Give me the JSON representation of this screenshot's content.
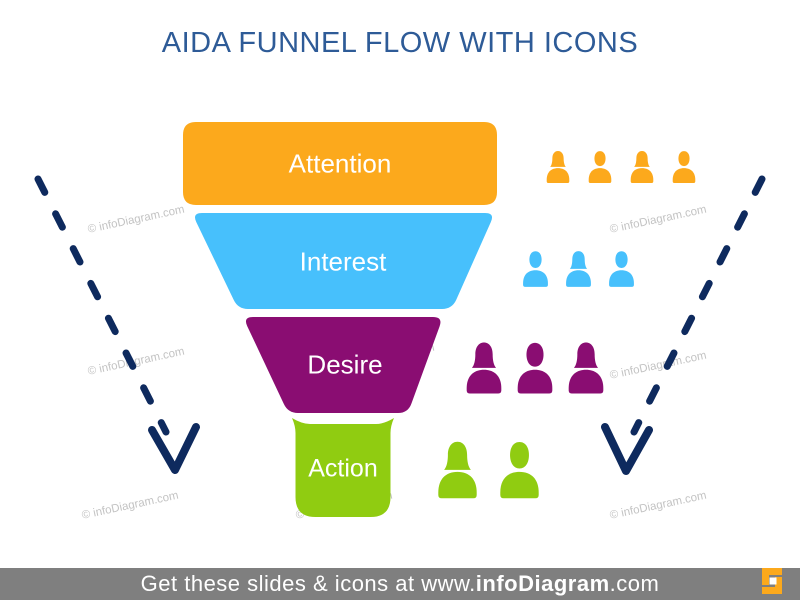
{
  "title": "AIDA FUNNEL FLOW WITH ICONS",
  "funnel": {
    "stages": [
      {
        "label": "Attention",
        "color": "#FCA91C",
        "people": [
          "female",
          "male",
          "female",
          "male"
        ]
      },
      {
        "label": "Interest",
        "color": "#47C0FC",
        "people": [
          "male",
          "female",
          "male"
        ]
      },
      {
        "label": "Desire",
        "color": "#8A0D72",
        "people": [
          "female",
          "male",
          "female"
        ]
      },
      {
        "label": "Action",
        "color": "#90CC11",
        "people": [
          "female",
          "male"
        ]
      }
    ],
    "label_color": "#FFFFFF"
  },
  "arrows": {
    "color": "#0E2A5E",
    "style": "hand-drawn dashed",
    "left": "points-down-right",
    "right": "points-down-left"
  },
  "watermark": {
    "text": "© infoDiagram.com",
    "color": "#C3C3C3"
  },
  "footer": {
    "prefix": "Get these slides & icons at www.",
    "brand": "infoDiagram",
    "suffix": ".com",
    "background": "#7F7F7F",
    "text_color": "#FFFFFF",
    "logo_color": "#FCA91C"
  },
  "icons": {
    "people_rows": [
      "person-female-icon",
      "person-male-icon"
    ],
    "footer_logo": "infodiagram-logo-icon"
  },
  "colors": {
    "title": "#2E5B97"
  }
}
